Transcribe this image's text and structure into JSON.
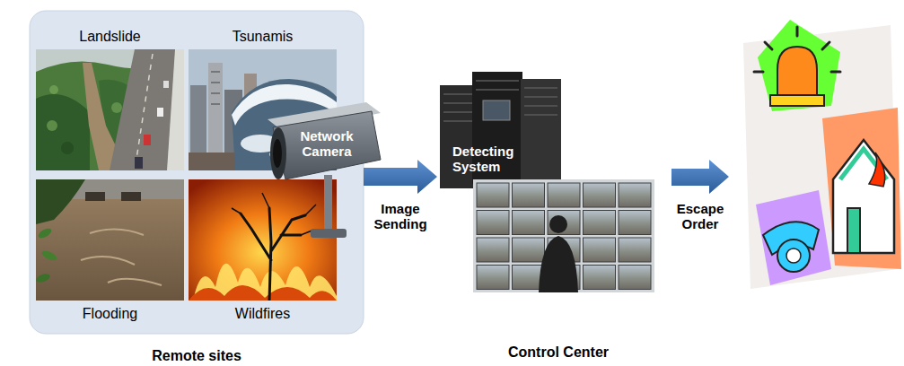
{
  "diagram": {
    "nodes": [
      {
        "text": [
          "Remote sites"
        ]
      },
      {
        "text": [
          "Landslide"
        ],
        "in": 0
      },
      {
        "text": [
          "Tsunamis"
        ],
        "in": 0
      },
      {
        "text": [
          "Flooding"
        ],
        "in": 0
      },
      {
        "text": [
          "Wildfires"
        ],
        "in": 0
      },
      {
        "text": [
          "Network Camera"
        ]
      },
      {
        "text": [
          "Control Center"
        ]
      },
      {
        "text": [
          "Detecting System"
        ],
        "in": 6
      }
    ],
    "edges": [
      {
        "from": 0,
        "to": 6,
        "arrow": "to",
        "label": "Image Sending"
      }
    ],
    "labels": [
      "Escape Order"
    ]
  }
}
